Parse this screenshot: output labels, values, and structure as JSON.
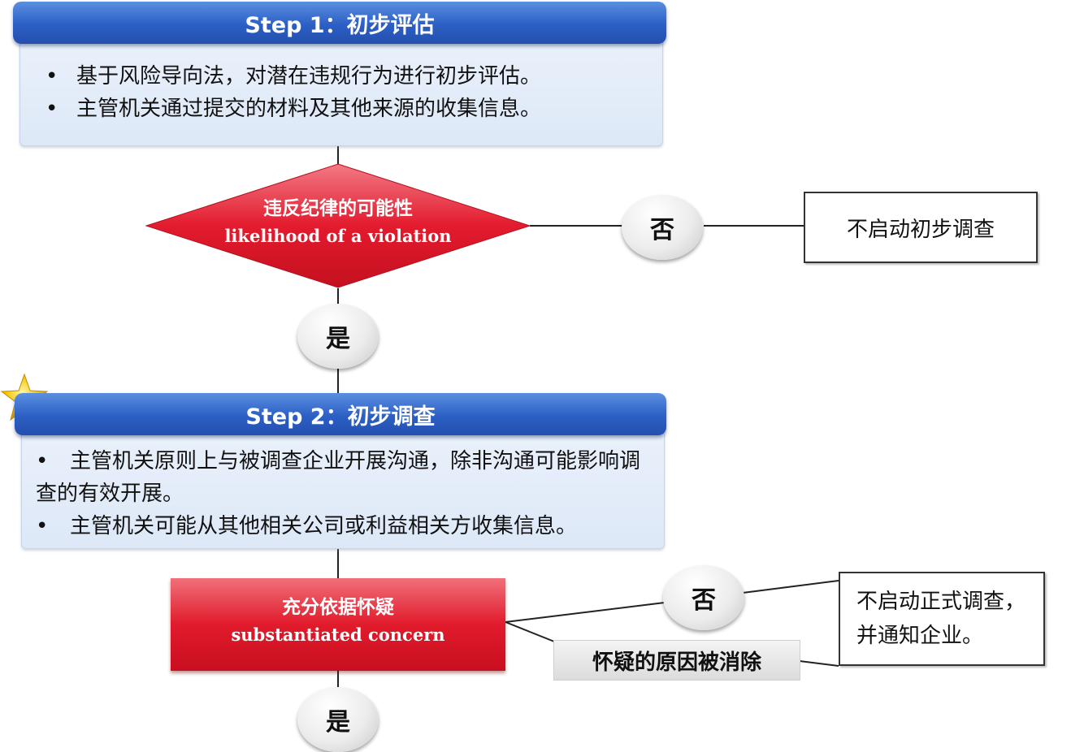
{
  "step1": {
    "header": "Step 1：初步评估",
    "bullets": [
      "基于风险导向法，对潜在违规行为进行初步评估。",
      "主管机关通过提交的材料及其他来源的收集信息。"
    ]
  },
  "decision1": {
    "label_cn": "违反纪律的可能性",
    "label_en": "likelihood of a violation",
    "no_label": "否",
    "yes_label": "是",
    "no_outcome": "不启动初步调查"
  },
  "step2": {
    "header": "Step 2：初步调查",
    "bullets": [
      "主管机关原则上与被调查企业开展沟通，除非沟通可能影响调查的有效开展。",
      "主管机关可能从其他相关公司或利益相关方收集信息。"
    ]
  },
  "decision2": {
    "label_cn": "充分依据怀疑",
    "label_en": "substantiated concern",
    "no_label": "否",
    "yes_label": "是",
    "grey_label": "怀疑的原因被消除",
    "no_outcome_line1": "不启动正式调查，",
    "no_outcome_line2": "并通知企业。"
  },
  "colors": {
    "step_header": "#2c5fc4",
    "decision_red": "#e11b2c",
    "star": "#f5c400"
  },
  "icons": {
    "star": "star-icon"
  }
}
